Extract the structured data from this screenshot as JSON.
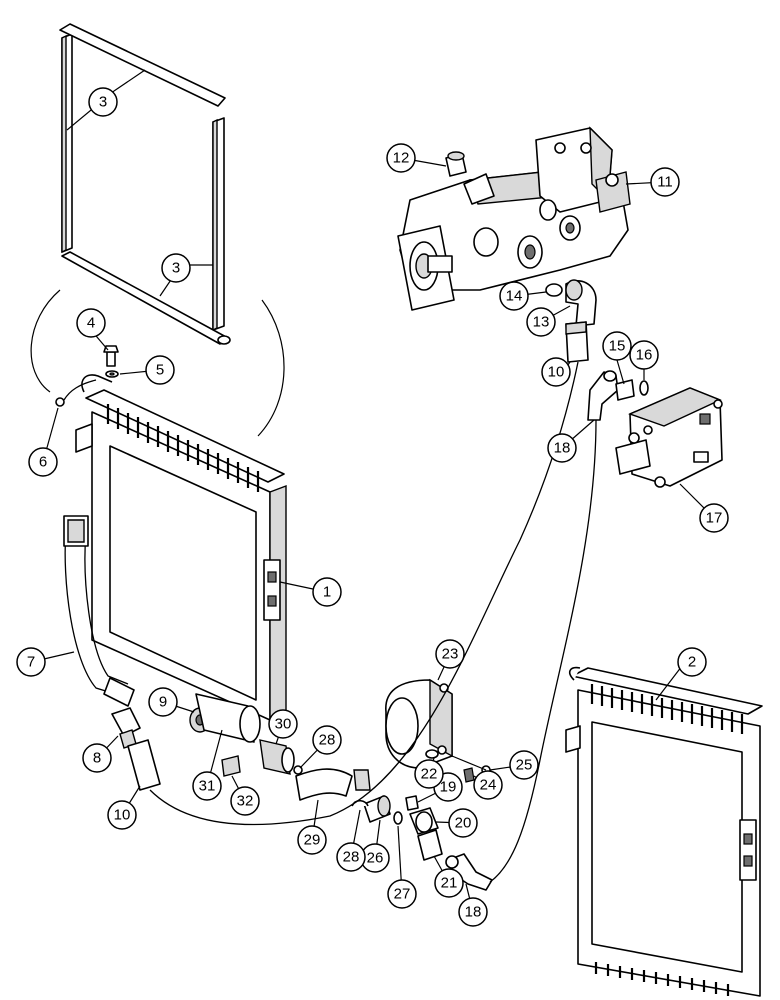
{
  "callouts": [
    "1",
    "2",
    "3",
    "3",
    "4",
    "5",
    "6",
    "7",
    "8",
    "9",
    "10",
    "10",
    "11",
    "12",
    "13",
    "14",
    "15",
    "16",
    "17",
    "18",
    "18",
    "19",
    "20",
    "21",
    "22",
    "23",
    "24",
    "25",
    "26",
    "27",
    "28",
    "28",
    "29",
    "30",
    "31",
    "32"
  ],
  "colors": {
    "line": "#000000",
    "background": "#ffffff",
    "shade": "#d9d9d9"
  }
}
